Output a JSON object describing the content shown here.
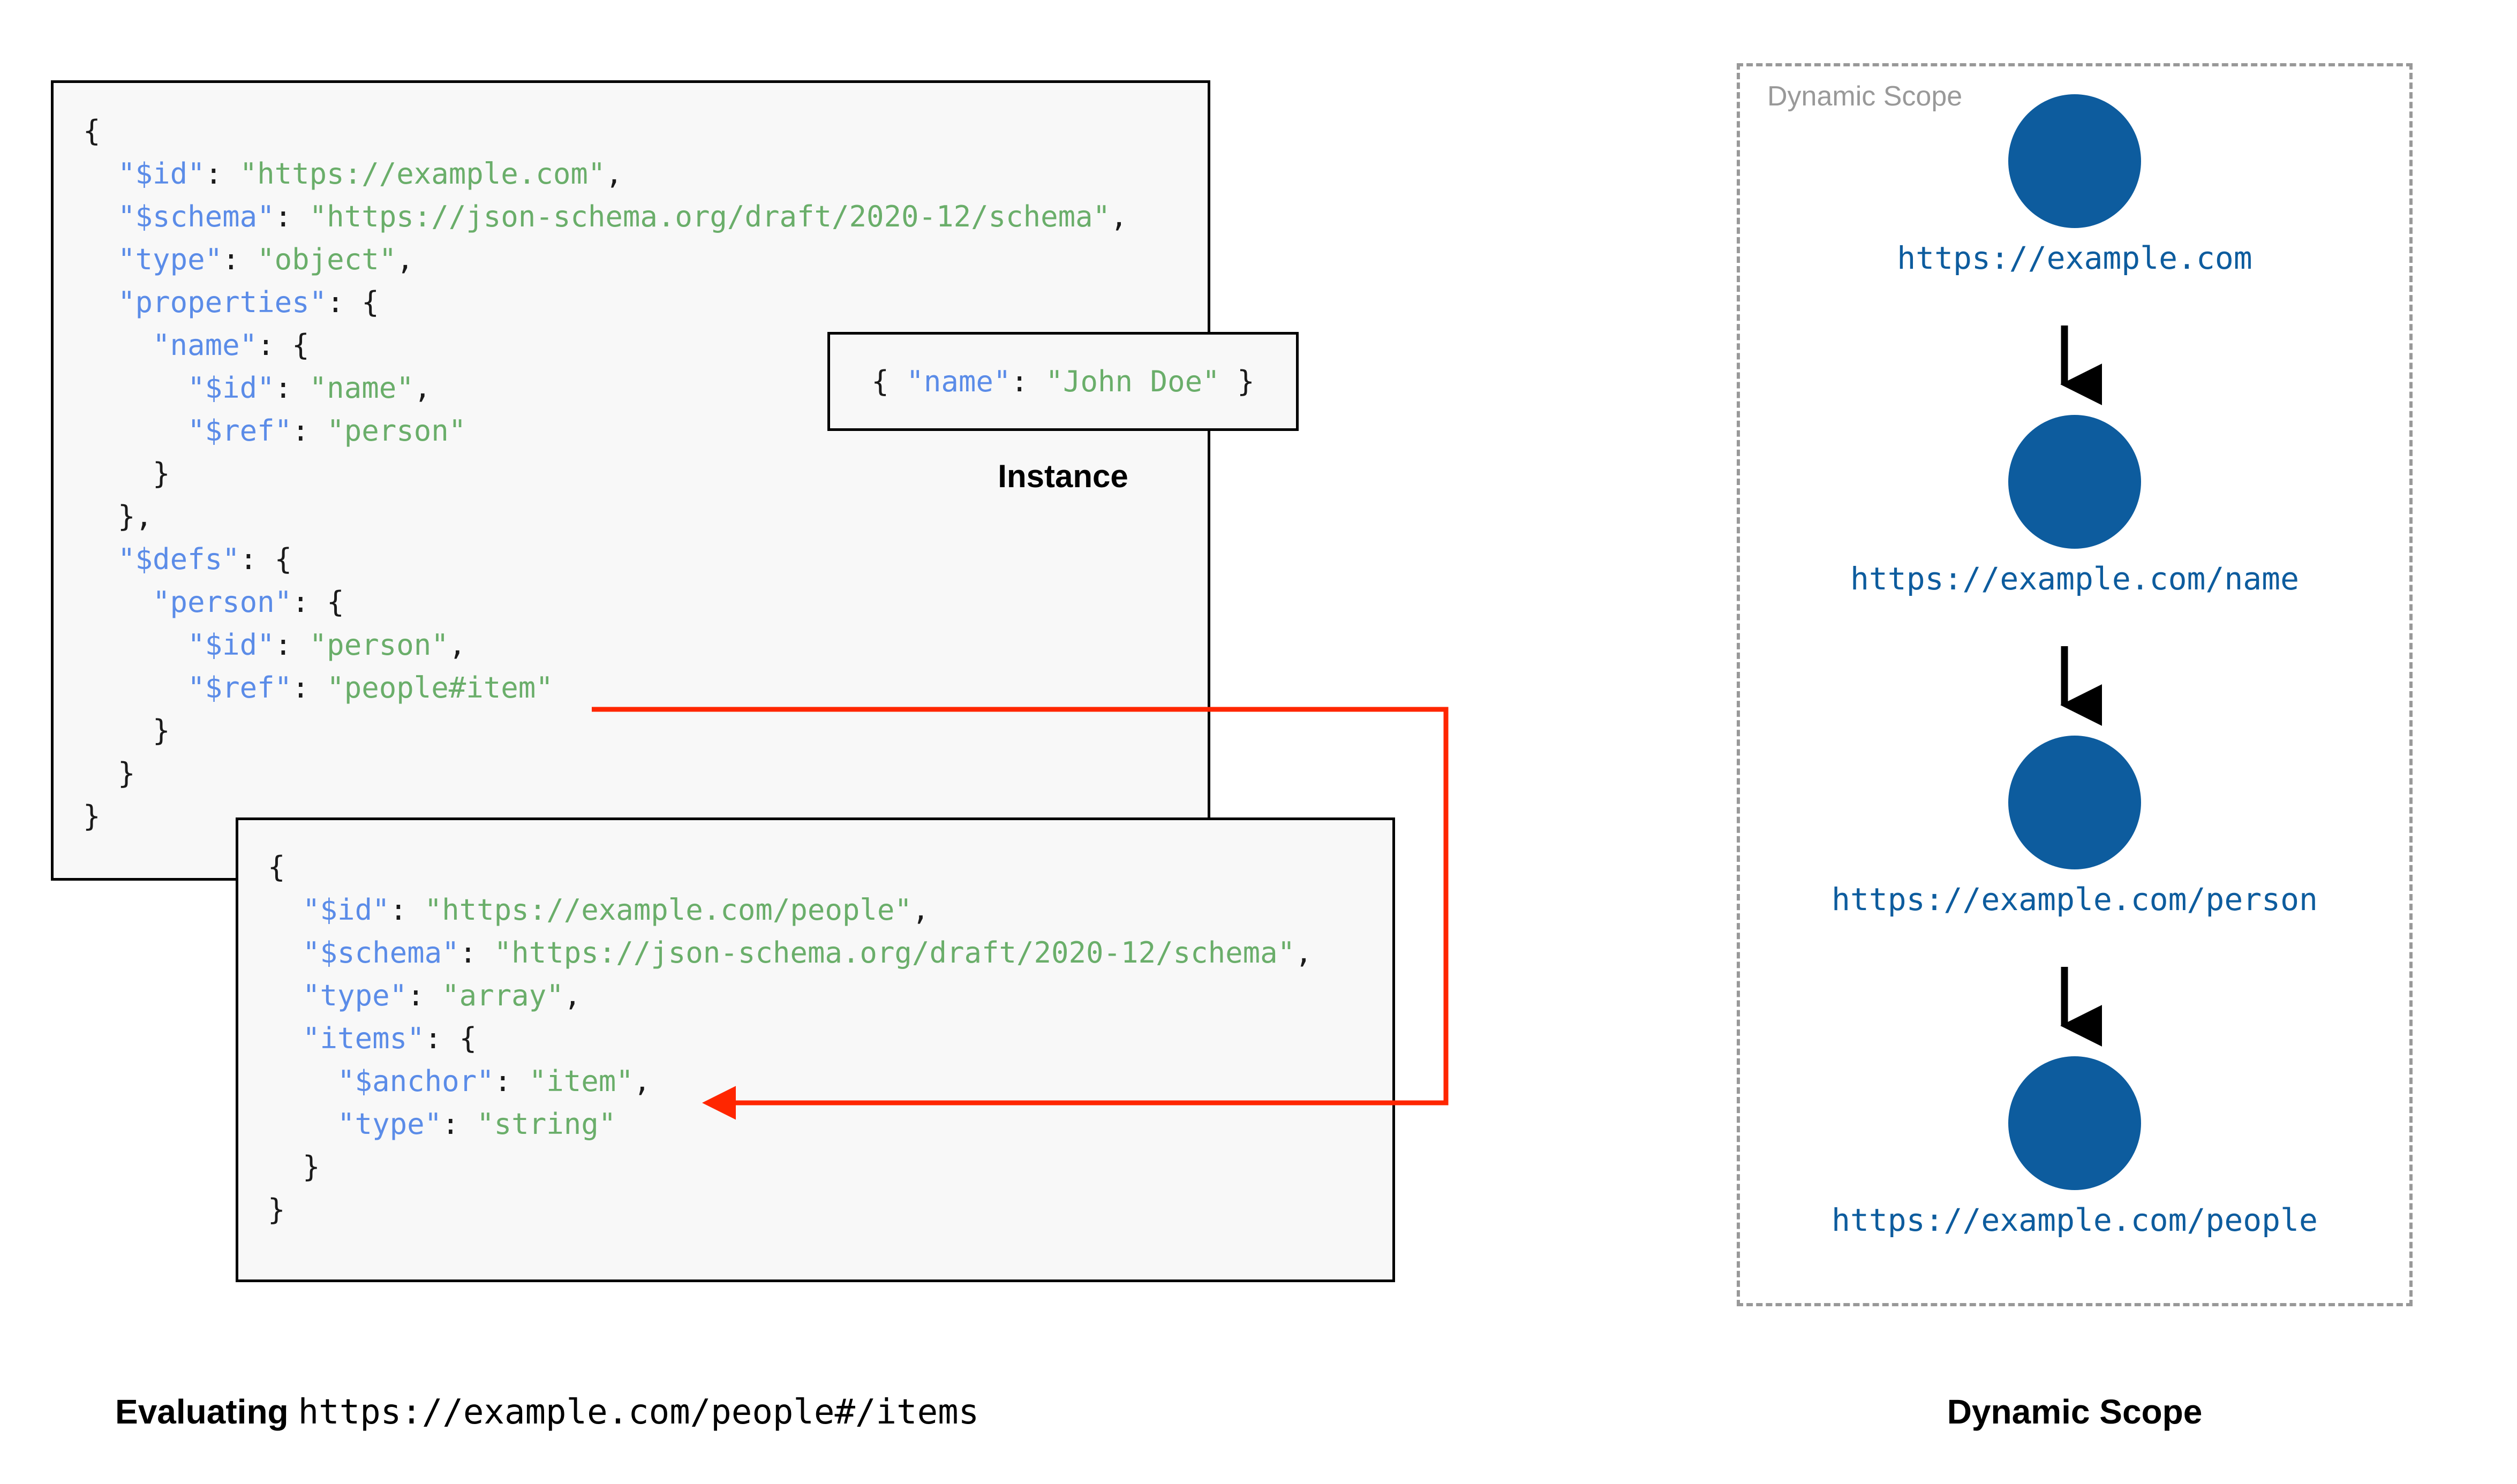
{
  "colors": {
    "json_key": "#5b8ce8",
    "json_string": "#6aae6a",
    "punctuation": "#1a1a1a",
    "box_border": "#000000",
    "box_background": "#f8f8f8",
    "connector_red": "#ff2600",
    "node_blue": "#0d5c9e",
    "scope_dash_gray": "#999999",
    "page_background": "#ffffff"
  },
  "schema_box": {
    "name": "root-schema",
    "lines": [
      {
        "indent": 0,
        "tokens": [
          {
            "t": "{",
            "c": "p"
          }
        ]
      },
      {
        "indent": 1,
        "tokens": [
          {
            "t": "\"$id\"",
            "c": "k"
          },
          {
            "t": ": ",
            "c": "p"
          },
          {
            "t": "\"https://example.com\"",
            "c": "s"
          },
          {
            "t": ",",
            "c": "p"
          }
        ]
      },
      {
        "indent": 1,
        "tokens": [
          {
            "t": "\"$schema\"",
            "c": "k"
          },
          {
            "t": ": ",
            "c": "p"
          },
          {
            "t": "\"https://json-schema.org/draft/2020-12/schema\"",
            "c": "s"
          },
          {
            "t": ",",
            "c": "p"
          }
        ]
      },
      {
        "indent": 1,
        "tokens": [
          {
            "t": "\"type\"",
            "c": "k"
          },
          {
            "t": ": ",
            "c": "p"
          },
          {
            "t": "\"object\"",
            "c": "s"
          },
          {
            "t": ",",
            "c": "p"
          }
        ]
      },
      {
        "indent": 1,
        "tokens": [
          {
            "t": "\"properties\"",
            "c": "k"
          },
          {
            "t": ": {",
            "c": "p"
          }
        ]
      },
      {
        "indent": 2,
        "tokens": [
          {
            "t": "\"name\"",
            "c": "k"
          },
          {
            "t": ": {",
            "c": "p"
          }
        ]
      },
      {
        "indent": 3,
        "tokens": [
          {
            "t": "\"$id\"",
            "c": "k"
          },
          {
            "t": ": ",
            "c": "p"
          },
          {
            "t": "\"name\"",
            "c": "s"
          },
          {
            "t": ",",
            "c": "p"
          }
        ]
      },
      {
        "indent": 3,
        "tokens": [
          {
            "t": "\"$ref\"",
            "c": "k"
          },
          {
            "t": ": ",
            "c": "p"
          },
          {
            "t": "\"person\"",
            "c": "s"
          }
        ]
      },
      {
        "indent": 2,
        "tokens": [
          {
            "t": "}",
            "c": "p"
          }
        ]
      },
      {
        "indent": 1,
        "tokens": [
          {
            "t": "},",
            "c": "p"
          }
        ]
      },
      {
        "indent": 1,
        "tokens": [
          {
            "t": "\"$defs\"",
            "c": "k"
          },
          {
            "t": ": {",
            "c": "p"
          }
        ]
      },
      {
        "indent": 2,
        "tokens": [
          {
            "t": "\"person\"",
            "c": "k"
          },
          {
            "t": ": {",
            "c": "p"
          }
        ]
      },
      {
        "indent": 3,
        "tokens": [
          {
            "t": "\"$id\"",
            "c": "k"
          },
          {
            "t": ": ",
            "c": "p"
          },
          {
            "t": "\"person\"",
            "c": "s"
          },
          {
            "t": ",",
            "c": "p"
          }
        ]
      },
      {
        "indent": 3,
        "tokens": [
          {
            "t": "\"$ref\"",
            "c": "k"
          },
          {
            "t": ": ",
            "c": "p"
          },
          {
            "t": "\"people#item\"",
            "c": "s"
          }
        ]
      },
      {
        "indent": 2,
        "tokens": [
          {
            "t": "}",
            "c": "p"
          }
        ]
      },
      {
        "indent": 1,
        "tokens": [
          {
            "t": "}",
            "c": "p"
          }
        ]
      },
      {
        "indent": 0,
        "tokens": [
          {
            "t": "}",
            "c": "p"
          }
        ]
      }
    ]
  },
  "instance_box": {
    "name": "instance",
    "caption": "Instance",
    "lines": [
      {
        "indent": 0,
        "tokens": [
          {
            "t": "{ ",
            "c": "p"
          },
          {
            "t": "\"name\"",
            "c": "k"
          },
          {
            "t": ": ",
            "c": "p"
          },
          {
            "t": "\"John Doe\"",
            "c": "s"
          },
          {
            "t": " }",
            "c": "p"
          }
        ]
      }
    ]
  },
  "people_box": {
    "name": "people-schema",
    "lines": [
      {
        "indent": 0,
        "tokens": [
          {
            "t": "{",
            "c": "p"
          }
        ]
      },
      {
        "indent": 1,
        "tokens": [
          {
            "t": "\"$id\"",
            "c": "k"
          },
          {
            "t": ": ",
            "c": "p"
          },
          {
            "t": "\"https://example.com/people\"",
            "c": "s"
          },
          {
            "t": ",",
            "c": "p"
          }
        ]
      },
      {
        "indent": 1,
        "tokens": [
          {
            "t": "\"$schema\"",
            "c": "k"
          },
          {
            "t": ": ",
            "c": "p"
          },
          {
            "t": "\"https://json-schema.org/draft/2020-12/schema\"",
            "c": "s"
          },
          {
            "t": ",",
            "c": "p"
          }
        ]
      },
      {
        "indent": 1,
        "tokens": [
          {
            "t": "\"type\"",
            "c": "k"
          },
          {
            "t": ": ",
            "c": "p"
          },
          {
            "t": "\"array\"",
            "c": "s"
          },
          {
            "t": ",",
            "c": "p"
          }
        ]
      },
      {
        "indent": 1,
        "tokens": [
          {
            "t": "\"items\"",
            "c": "k"
          },
          {
            "t": ": {",
            "c": "p"
          }
        ]
      },
      {
        "indent": 2,
        "tokens": [
          {
            "t": "\"$anchor\"",
            "c": "k"
          },
          {
            "t": ": ",
            "c": "p"
          },
          {
            "t": "\"item\"",
            "c": "s"
          },
          {
            "t": ",",
            "c": "p"
          }
        ]
      },
      {
        "indent": 2,
        "tokens": [
          {
            "t": "\"type\"",
            "c": "k"
          },
          {
            "t": ": ",
            "c": "p"
          },
          {
            "t": "\"string\"",
            "c": "s"
          }
        ]
      },
      {
        "indent": 1,
        "tokens": [
          {
            "t": "}",
            "c": "p"
          }
        ]
      },
      {
        "indent": 0,
        "tokens": [
          {
            "t": "}",
            "c": "p"
          }
        ]
      }
    ]
  },
  "connector": {
    "name": "ref-to-anchor-connector",
    "from_label": "\"people#item\"",
    "to_label": "\"$anchor\": \"item\""
  },
  "scope_panel": {
    "name": "dynamic-scope-panel",
    "label": "Dynamic Scope",
    "nodes": [
      {
        "label": "https://example.com"
      },
      {
        "label": "https://example.com/name"
      },
      {
        "label": "https://example.com/person"
      },
      {
        "label": "https://example.com/people"
      }
    ]
  },
  "captions": {
    "evaluating_lead": "Evaluating",
    "evaluating_uri": "https://example.com/people#/items",
    "dynamic_scope": "Dynamic Scope"
  }
}
